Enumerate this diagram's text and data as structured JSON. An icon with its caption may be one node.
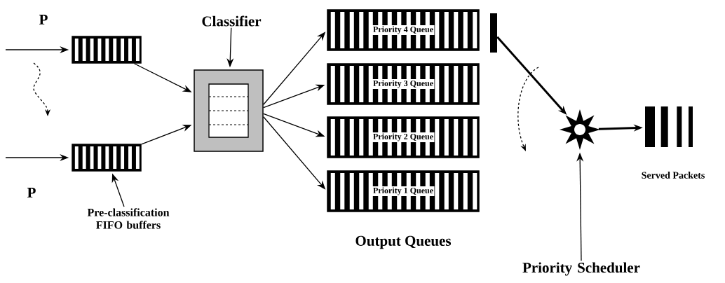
{
  "diagram": {
    "nodes": [
      {
        "text": [],
        "shape": "box"
      },
      {
        "text": [],
        "shape": "box"
      },
      {
        "text": [],
        "shape": "box"
      },
      {
        "text": [
          "Priority 4 Queue"
        ]
      },
      {
        "text": [
          "Priority 3 Queue"
        ]
      },
      {
        "text": [
          "Priority 2 Queue"
        ]
      },
      {
        "text": [
          "Priority 1 Queue"
        ]
      },
      {
        "text": [],
        "shape": "bar"
      },
      {
        "text": [],
        "shape": "star"
      },
      {
        "text": [],
        "shape": "bar",
        "beside": [
          "Served Packets"
        ]
      },
      {
        "text": [
          "Classifier"
        ]
      },
      {
        "text": [
          "Pre-classification FIFO buffers"
        ]
      },
      {
        "text": [
          "Priority Scheduler"
        ]
      }
    ],
    "edges": [
      {
        "from": null,
        "to": 0,
        "arrow": "to"
      },
      {
        "from": null,
        "to": 1,
        "arrow": "to"
      },
      {
        "from": 0,
        "to": 2,
        "arrow": "to"
      },
      {
        "from": 1,
        "to": 2,
        "arrow": "to"
      },
      {
        "from": 2,
        "to": 3,
        "arrow": "to"
      },
      {
        "from": 2,
        "to": 4,
        "arrow": "to"
      },
      {
        "from": 2,
        "to": 5,
        "arrow": "to"
      },
      {
        "from": 2,
        "to": 6,
        "arrow": "to"
      },
      {
        "from": 7,
        "to": 8,
        "arrow": "to",
        "style": "thick"
      },
      {
        "from": 8,
        "to": 9,
        "arrow": "to",
        "style": "thick"
      },
      {
        "from": 10,
        "to": 2,
        "arrow": "to"
      },
      {
        "from": 11,
        "to": 1,
        "arrow": "to"
      },
      {
        "from": 12,
        "to": 8,
        "arrow": "to"
      }
    ],
    "labels": [
      "P",
      "P",
      "Output Queues"
    ]
  }
}
